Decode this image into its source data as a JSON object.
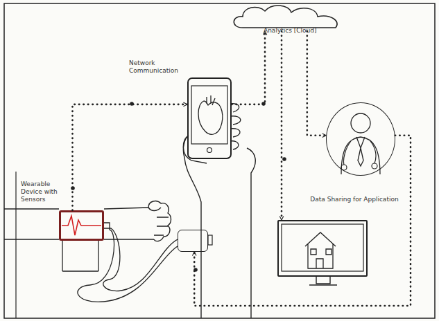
{
  "diagram": {
    "nodes": [
      {
        "text": [
          "Wearable Device with Sensors"
        ]
      },
      {
        "text": []
      },
      {
        "text": [
          "Analytics [Cloud]"
        ]
      },
      {
        "text": [
          "Data Sharing for Application"
        ]
      },
      {
        "text": []
      },
      {
        "text": []
      }
    ],
    "edges": [
      {
        "from": 0,
        "to": 1,
        "arrow": "to",
        "label": "Network Communication"
      },
      {
        "from": 1,
        "to": 2,
        "arrow": "to"
      },
      {
        "from": 2,
        "to": 3,
        "arrow": "to"
      },
      {
        "from": 2,
        "to": 4,
        "arrow": "to"
      },
      {
        "from": 3,
        "to": 5,
        "arrow": "to"
      }
    ]
  }
}
